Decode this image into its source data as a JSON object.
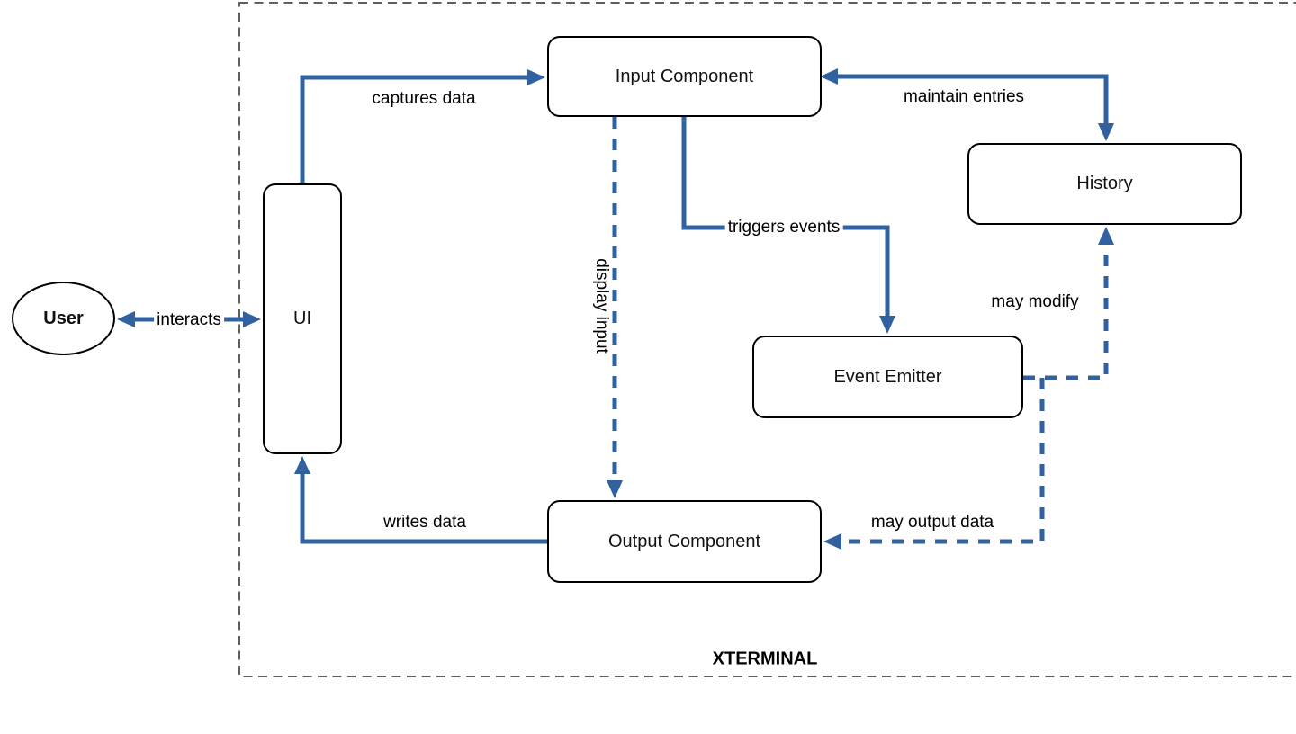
{
  "diagram": {
    "boundary": {
      "label": "XTERMINAL"
    },
    "colors": {
      "edge_blue": "#31629F",
      "node_border": "#000000",
      "boundary_gray": "#5F5F5F"
    },
    "nodes": {
      "user": {
        "label": "User",
        "shape": "ellipse"
      },
      "ui": {
        "label": "UI",
        "shape": "rounded-rect"
      },
      "input_component": {
        "label": "Input Component",
        "shape": "rounded-rect"
      },
      "history": {
        "label": "History",
        "shape": "rounded-rect"
      },
      "event_emitter": {
        "label": "Event Emitter",
        "shape": "rounded-rect"
      },
      "output_component": {
        "label": "Output Component",
        "shape": "rounded-rect"
      }
    },
    "edges": {
      "interacts": {
        "label": "interacts",
        "from": "User",
        "to": "UI",
        "style": "solid",
        "bidirectional": true
      },
      "captures_data": {
        "label": "captures data",
        "from": "UI",
        "to": "Input Component",
        "style": "solid",
        "bidirectional": false
      },
      "maintain_entries": {
        "label": "maintain entries",
        "from": "Input Component",
        "to": "History",
        "style": "solid",
        "bidirectional": true
      },
      "triggers_events": {
        "label": "triggers events",
        "from": "Input Component",
        "to": "Event Emitter",
        "style": "solid",
        "bidirectional": false
      },
      "display_input": {
        "label": "display input",
        "from": "Input Component",
        "to": "Output Component",
        "style": "dashed",
        "bidirectional": false
      },
      "may_modify": {
        "label": "may modify",
        "from": "Event Emitter",
        "to": "History",
        "style": "dashed",
        "bidirectional": false
      },
      "may_output_data": {
        "label": "may output data",
        "from": "Event Emitter",
        "to": "Output Component",
        "style": "dashed",
        "bidirectional": false
      },
      "writes_data": {
        "label": "writes data",
        "from": "Output Component",
        "to": "UI",
        "style": "solid",
        "bidirectional": false
      }
    }
  }
}
